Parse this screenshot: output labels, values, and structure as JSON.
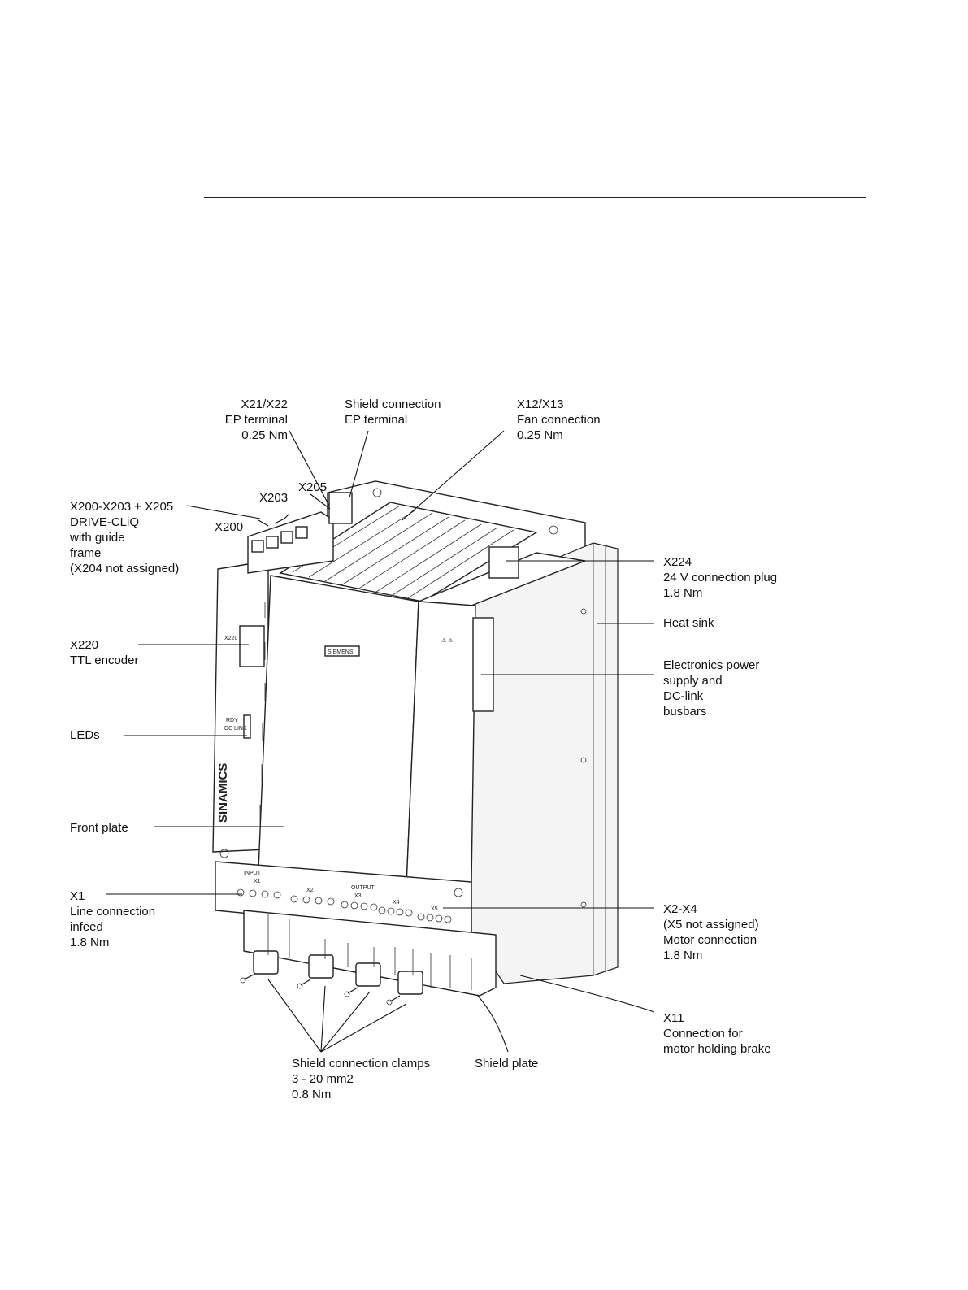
{
  "labels": {
    "x21_x22": [
      "X21/X22",
      "EP terminal",
      "0.25 Nm"
    ],
    "shield_conn": [
      "Shield connection",
      "EP terminal"
    ],
    "x12_x13": [
      "X12/X13",
      "Fan connection",
      "0.25 Nm"
    ],
    "x205": "X205",
    "x203": "X203",
    "x200": "X200",
    "drive_cliq": [
      "X200-X203 + X205",
      "DRIVE-CLiQ",
      "with guide",
      "frame",
      "(X204 not assigned)"
    ],
    "x224": [
      "X224",
      "24 V connection plug",
      "1.8 Nm"
    ],
    "heat_sink": "Heat sink",
    "elec_power": [
      "Electronics power",
      "supply and",
      "DC-link",
      "busbars"
    ],
    "x220": [
      "X220",
      "TTL encoder"
    ],
    "leds": "LEDs",
    "front_plate": "Front plate",
    "x1": [
      "X1",
      "Line connection",
      "infeed",
      "1.8 Nm"
    ],
    "x2_x4": [
      "X2-X4",
      "(X5 not assigned)",
      "Motor connection",
      "1.8 Nm"
    ],
    "x11": [
      "X11",
      "Connection for",
      "motor holding brake"
    ],
    "clamps": [
      "Shield connection clamps",
      "3 - 20 mm2",
      "0.8 Nm"
    ],
    "shield_plate": "Shield plate"
  },
  "device_markings": {
    "brand": "SINAMICS",
    "logo": "SIEMENS",
    "input": "INPUT",
    "output": "OUTPUT",
    "x220": "X220",
    "rdy": "RDY",
    "dc_link": "DC LINK",
    "conn_x1": "X1",
    "conn_x2": "X2",
    "conn_x3": "X3",
    "conn_x4": "X4",
    "conn_x5": "X5"
  }
}
